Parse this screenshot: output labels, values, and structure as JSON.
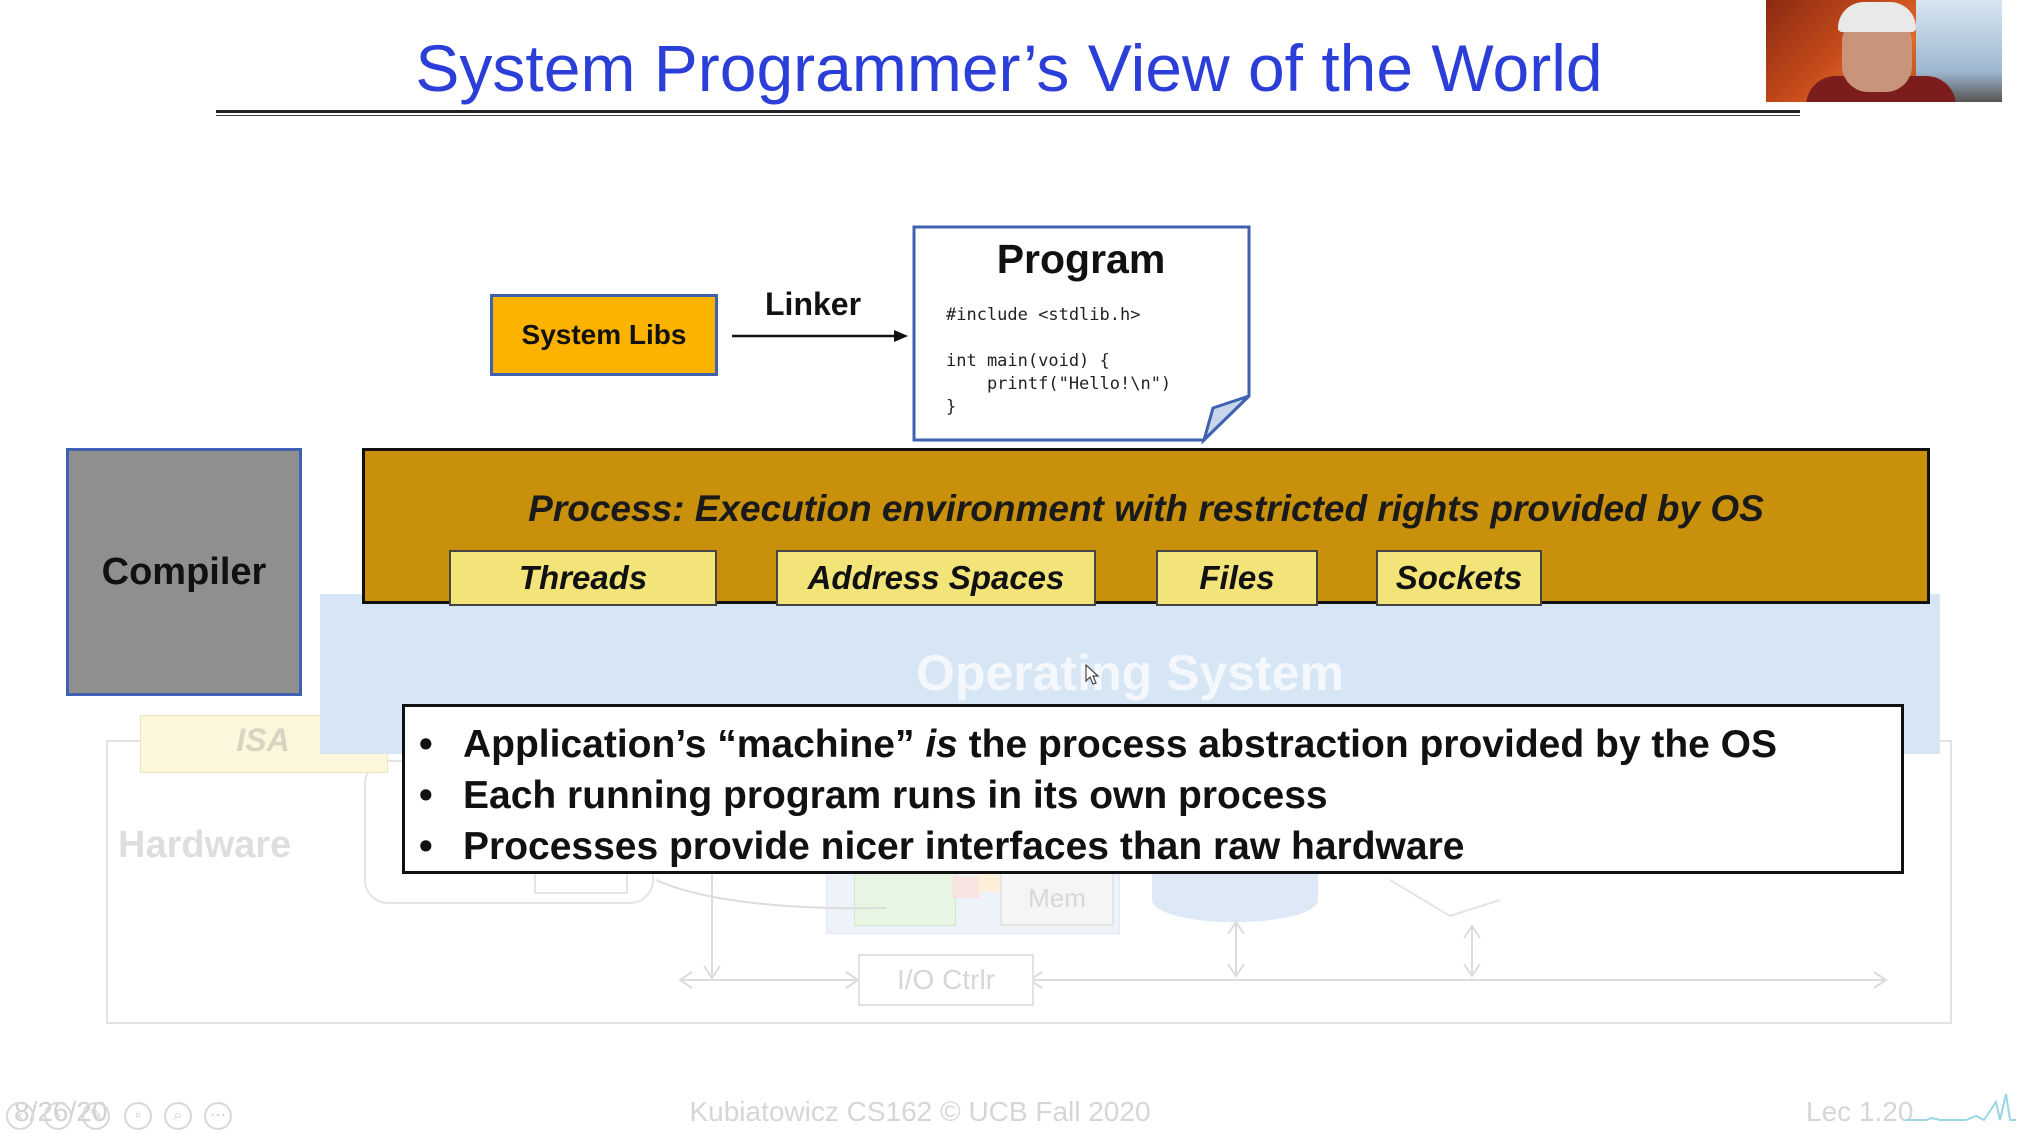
{
  "slide": {
    "title": "System Programmer’s View of the World",
    "system_libs_label": "System Libs",
    "linker_label": "Linker",
    "program": {
      "title": "Program",
      "code": "#include <stdlib.h>\n\nint main(void) {\n    printf(\"Hello!\\n\")\n}"
    },
    "compiler_label": "Compiler",
    "process_label": "Process: Execution environment with restricted rights provided by OS",
    "process_items": [
      "Threads",
      "Address Spaces",
      "Files",
      "Sockets"
    ],
    "os_label": "Operating System",
    "isa_label": "ISA",
    "hardware_label": "Hardware",
    "hardware_parts": {
      "mem": "Mem",
      "io": "I/O Ctrlr"
    },
    "bullets": [
      {
        "before": "Application’s “machine” ",
        "em": "is",
        "after": " the process abstraction provided by the OS"
      },
      {
        "before": "Each running program runs in its own process",
        "em": "",
        "after": ""
      },
      {
        "before": "Processes provide nicer interfaces than raw hardware",
        "em": "",
        "after": ""
      }
    ],
    "footer": {
      "date": "8/26/20",
      "credit": "Kubiatowicz CS162 © UCB Fall 2020",
      "lecture": "Lec 1.20"
    }
  },
  "colors": {
    "title": "#2b3fd8",
    "process": "#c8900b",
    "chip": "#f2e479",
    "system_libs": "#fbb300",
    "compiler": "#8f8f8f",
    "os_band": "#d6e6f4",
    "border_blue": "#3e62b0"
  },
  "icons": [
    "mouse-cursor-icon",
    "previous-slide-icon",
    "next-slide-icon",
    "pen-icon",
    "slides-icon",
    "zoom-icon",
    "more-options-icon"
  ]
}
